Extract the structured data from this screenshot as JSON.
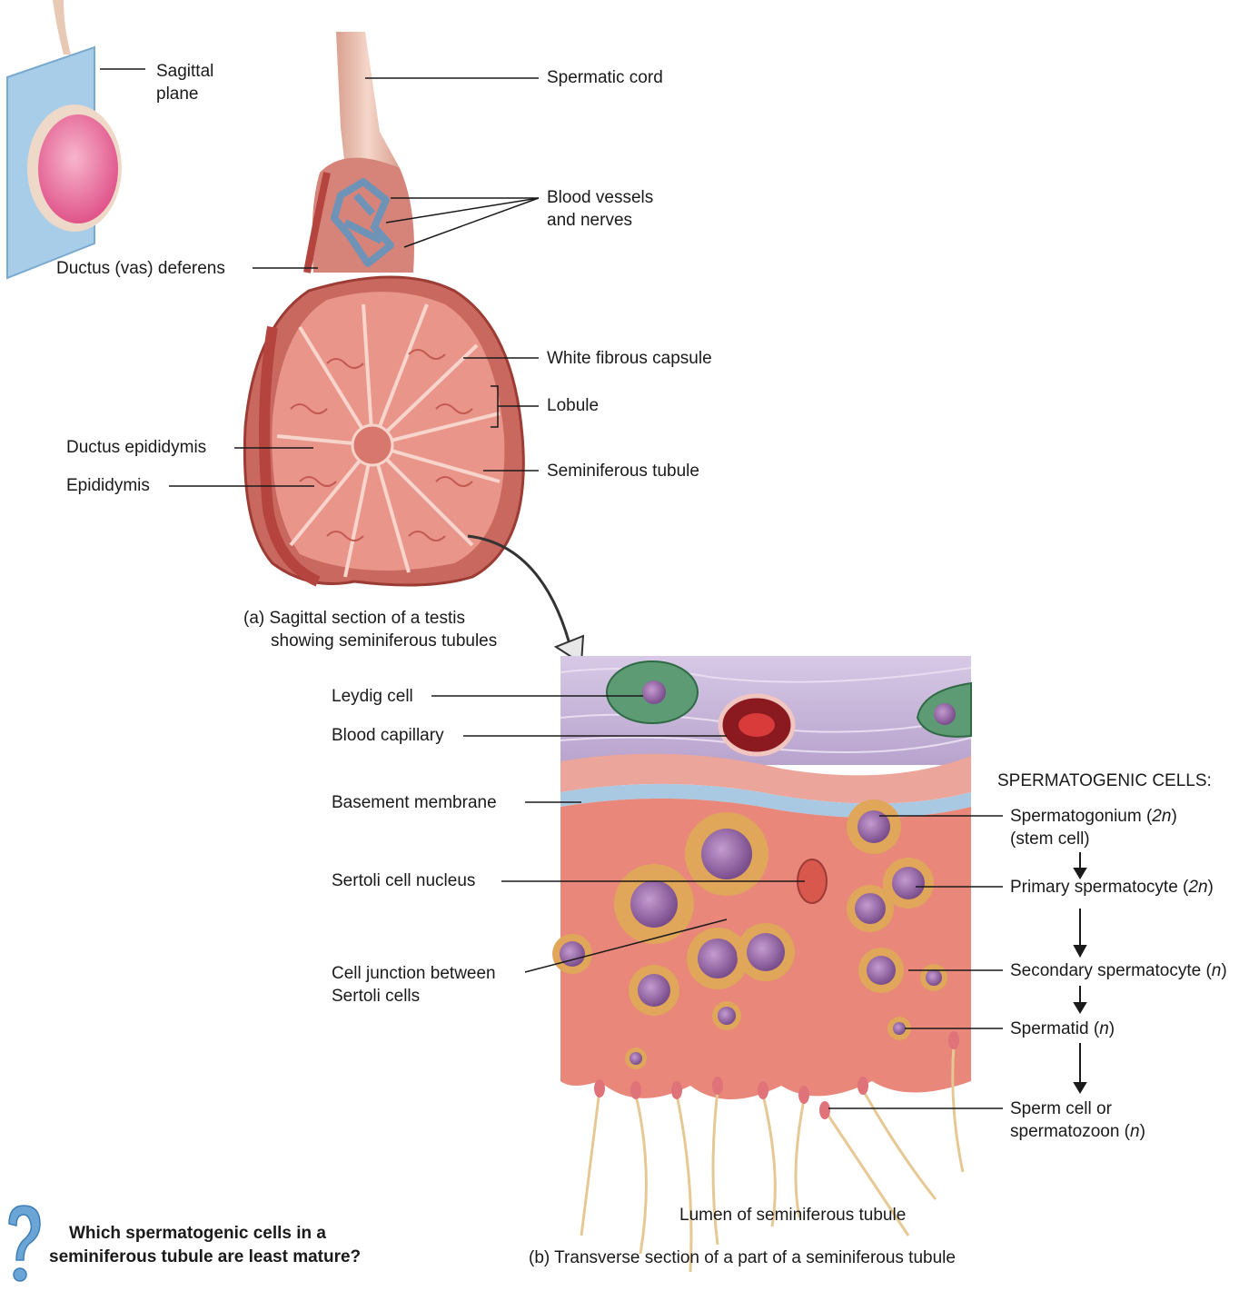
{
  "figure": {
    "inset_labels": {
      "sagittal_plane": [
        "Sagittal",
        "plane"
      ]
    },
    "part_a": {
      "labels": {
        "spermatic_cord": "Spermatic cord",
        "blood_vessels": [
          "Blood vessels",
          "and nerves"
        ],
        "ductus_deferens": "Ductus (vas) deferens",
        "white_capsule": "White fibrous capsule",
        "lobule": "Lobule",
        "ductus_epididymis": "Ductus epididymis",
        "epididymis": "Epididymis",
        "seminiferous_tubule": "Seminiferous tubule"
      },
      "caption": [
        "(a) Sagittal section of a testis",
        "showing seminiferous tubules"
      ]
    },
    "part_b": {
      "left_labels": {
        "leydig_cell": "Leydig cell",
        "blood_capillary": "Blood capillary",
        "basement_membrane": "Basement membrane",
        "sertoli_nucleus": "Sertoli cell nucleus",
        "cell_junction": [
          "Cell junction between",
          "Sertoli cells"
        ]
      },
      "right_header": "SPERMATOGENIC CELLS:",
      "stages": {
        "spermatogonium": {
          "name": "Spermatogonium (",
          "ploidy": "2n",
          "close": ")",
          "sub": "(stem cell)"
        },
        "primary": {
          "name": "Primary spermatocyte (",
          "ploidy": "2n",
          "close": ")"
        },
        "secondary": {
          "name": "Secondary spermatocyte (",
          "ploidy": "n",
          "close": ")"
        },
        "spermatid": {
          "name": "Spermatid (",
          "ploidy": "n",
          "close": ")"
        },
        "sperm": {
          "name": "Sperm cell or",
          "name2": "spermatozoon (",
          "ploidy": "n",
          "close": ")"
        }
      },
      "lumen": "Lumen of seminiferous tubule",
      "caption": "(b) Transverse section of a part of a seminiferous tubule"
    },
    "question": [
      "Which spermatogenic cells in a",
      "seminiferous tubule are least mature?"
    ],
    "colors": {
      "tissue": "#e8877a",
      "tissue_dark": "#b4443d",
      "cell_outer": "#e0a65a",
      "nucleus": "#9b6aa8",
      "interstitium": "#c7b5d8",
      "membrane": "#a9c9e3",
      "vessels": "#6f93b6",
      "plane": "#9fc6e4",
      "testis_pink": "#e46c97",
      "qmark": "#6aa5d6"
    }
  }
}
